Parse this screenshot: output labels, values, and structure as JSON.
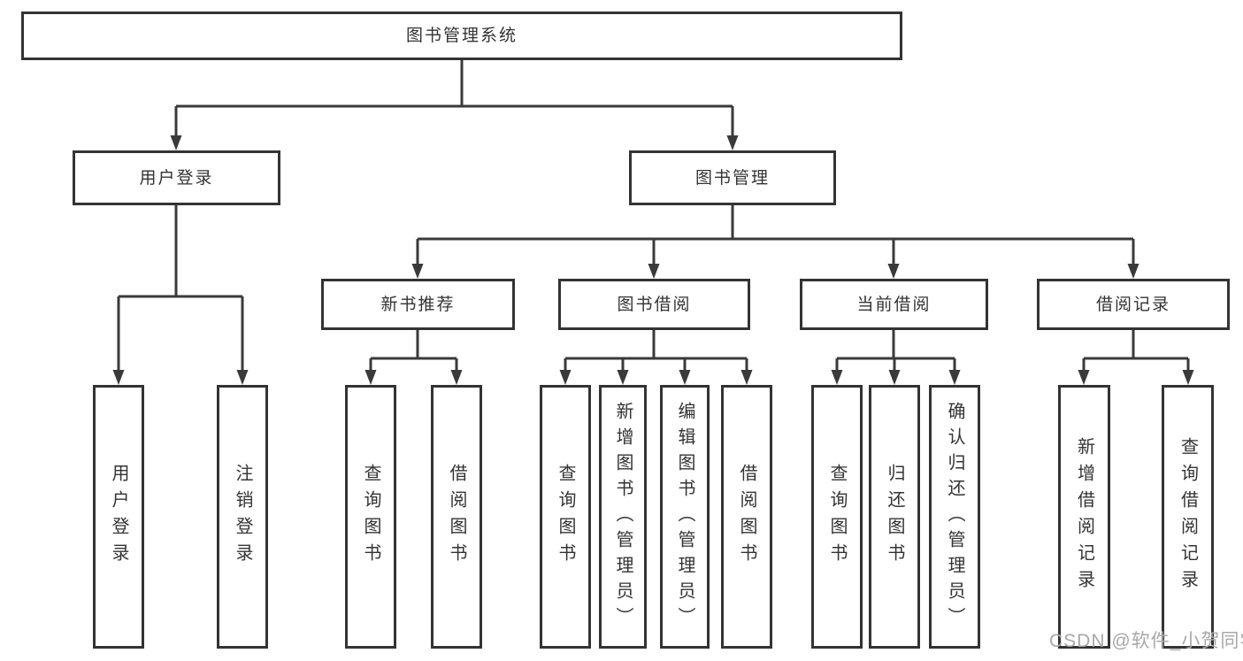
{
  "diagram": {
    "root": {
      "label": "图书管理系统"
    },
    "level2": [
      {
        "label": "用户登录",
        "children": [
          {
            "label": "用户登录"
          },
          {
            "label": "注销登录"
          }
        ]
      },
      {
        "label": "图书管理",
        "children": [
          {
            "label": "新书推荐",
            "children": [
              {
                "label": "查询图书"
              },
              {
                "label": "借阅图书"
              }
            ]
          },
          {
            "label": "图书借阅",
            "children": [
              {
                "label": "查询图书"
              },
              {
                "label": "新增图书（管理员）"
              },
              {
                "label": "编辑图书（管理员）"
              },
              {
                "label": "借阅图书"
              }
            ]
          },
          {
            "label": "当前借阅",
            "children": [
              {
                "label": "查询图书"
              },
              {
                "label": "归还图书"
              },
              {
                "label": "确认归还（管理员）"
              }
            ]
          },
          {
            "label": "借阅记录",
            "children": [
              {
                "label": "新增借阅记录"
              },
              {
                "label": "查询借阅记录"
              }
            ]
          }
        ]
      }
    ]
  },
  "colors": {
    "line": "#3a3a3a",
    "box_border": "#333333",
    "text": "#333333",
    "watermark": "#a8a8a8",
    "background": "#ffffff"
  },
  "watermark": {
    "text": "CSDN @软件_小贺同学"
  }
}
